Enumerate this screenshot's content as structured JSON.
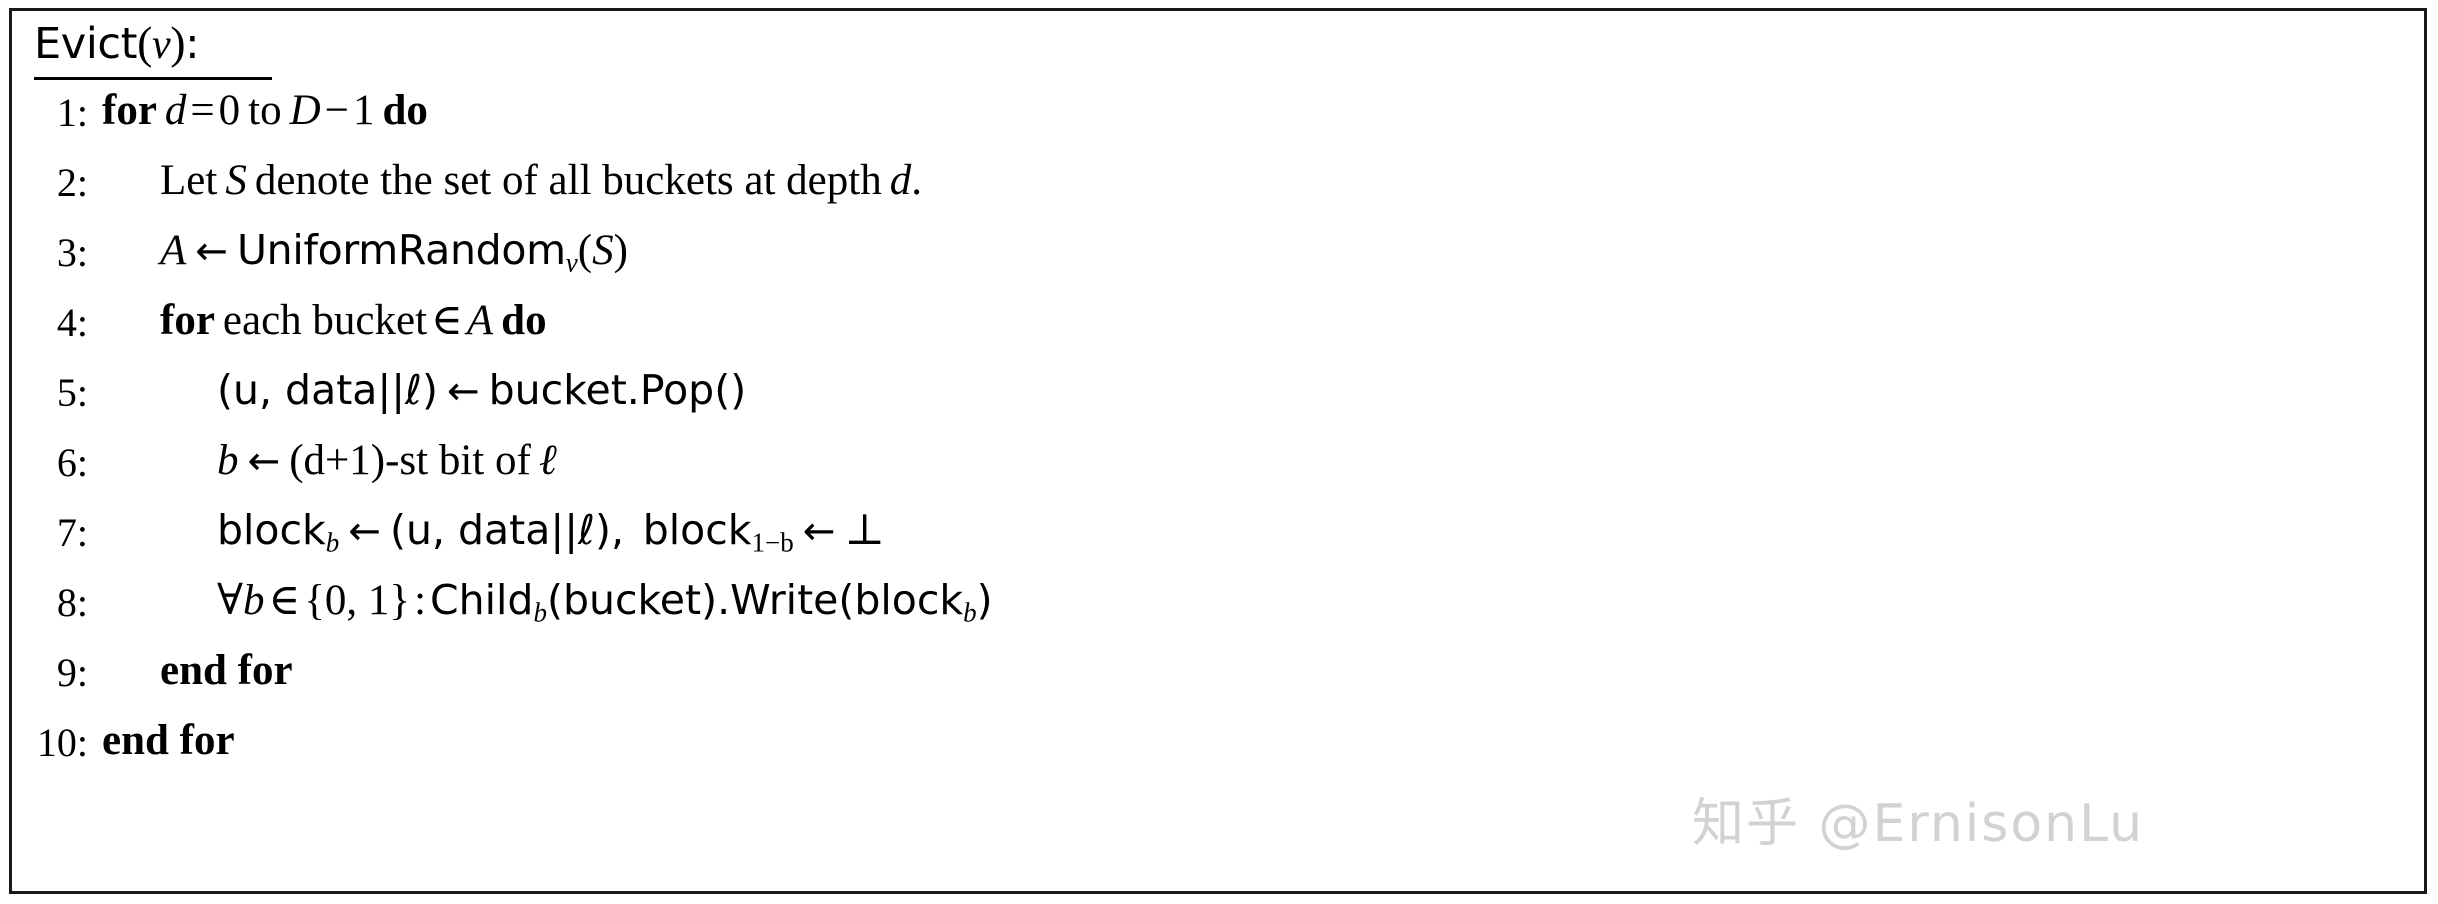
{
  "algorithm": {
    "title": {
      "name": "Evict",
      "open_paren": "(",
      "param": "ν",
      "close_paren": ")",
      "colon": ":"
    },
    "lines": [
      {
        "number": "1:",
        "indent": 0,
        "text": "for d = 0 to D − 1 do",
        "parts": {
          "kw_for": "for",
          "var_d": "d",
          "eq": "=",
          "zero": "0",
          "to": "to",
          "var_D": "D",
          "minus": "−",
          "one": "1",
          "kw_do": "do"
        }
      },
      {
        "number": "2:",
        "indent": 1,
        "text": "Let S denote the set of all buckets at depth d.",
        "parts": {
          "let": "Let",
          "var_S": "S",
          "denote": "denote the set of all buckets at depth",
          "var_d": "d",
          "period": "."
        }
      },
      {
        "number": "3:",
        "indent": 1,
        "text": "A ← UniformRandom_ν(S)",
        "parts": {
          "var_A": "A",
          "arrow": "←",
          "func": "UniformRandom",
          "subscript": "ν",
          "open": "(",
          "arg": "S",
          "close": ")"
        }
      },
      {
        "number": "4:",
        "indent": 1,
        "text": "for each bucket ∈ A do",
        "parts": {
          "kw_for": "for",
          "each_bucket": "each bucket",
          "in": "∈",
          "var_A": "A",
          "kw_do": "do"
        }
      },
      {
        "number": "5:",
        "indent": 2,
        "text": "(u, data||ℓ) ← bucket.Pop()",
        "parts": {
          "lhs": "(u, data||ℓ)",
          "arrow": "←",
          "rhs": "bucket.Pop()"
        }
      },
      {
        "number": "6:",
        "indent": 2,
        "text": "b ← (d+1)-st bit of ℓ",
        "parts": {
          "var_b": "b",
          "arrow": "←",
          "expr": "(d+1)-st bit of",
          "var_l": "ℓ"
        }
      },
      {
        "number": "7:",
        "indent": 2,
        "text": "block_b ← (u, data||ℓ),  block_{1−b} ← ⊥",
        "parts": {
          "block1": "block",
          "sub1": "b",
          "arrow1": "←",
          "value1": "(u, data||ℓ),",
          "block2": "block",
          "sub2": "1−b",
          "arrow2": "←",
          "bottom": "⊥"
        }
      },
      {
        "number": "8:",
        "indent": 2,
        "text": "∀b ∈ {0, 1} : Child_b(bucket).Write(block_b)",
        "parts": {
          "forall": "∀",
          "var_b": "b",
          "in": "∈",
          "set": "{0, 1}",
          "colon": ":",
          "child": "Child",
          "child_sub": "b",
          "child_arg": "(bucket)",
          "dot_write": ".Write(",
          "block": "block",
          "block_sub": "b",
          "close": ")"
        }
      },
      {
        "number": "9:",
        "indent": 1,
        "text": "end for",
        "parts": {
          "kw": "end for"
        }
      },
      {
        "number": "10:",
        "indent": 0,
        "text": "end for",
        "parts": {
          "kw": "end for"
        }
      }
    ]
  },
  "watermark": {
    "text": "知乎 @ErnisonLu",
    "color": "#d2d2d2"
  }
}
